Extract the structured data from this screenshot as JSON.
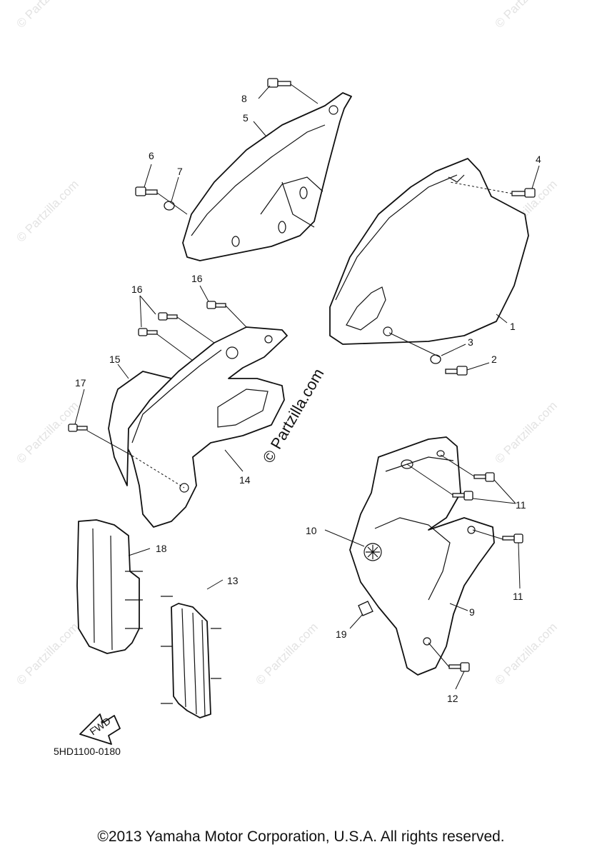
{
  "diagram": {
    "watermark_text": "© Partzilla.com",
    "center_watermark": "© Partzilla.com",
    "diagram_code": "5HD1100-0180",
    "fwd_label": "FWD",
    "copyright": "©2013 Yamaha Motor Corporation, U.S.A. All rights reserved.",
    "callouts": {
      "c1": "1",
      "c2": "2",
      "c3": "3",
      "c4": "4",
      "c5": "5",
      "c6": "6",
      "c7": "7",
      "c8": "8",
      "c9": "9",
      "c10": "10",
      "c11a": "11",
      "c11b": "11",
      "c12": "12",
      "c13": "13",
      "c14": "14",
      "c15": "15",
      "c16a": "16",
      "c16b": "16",
      "c17": "17",
      "c18": "18",
      "c19": "19"
    }
  }
}
